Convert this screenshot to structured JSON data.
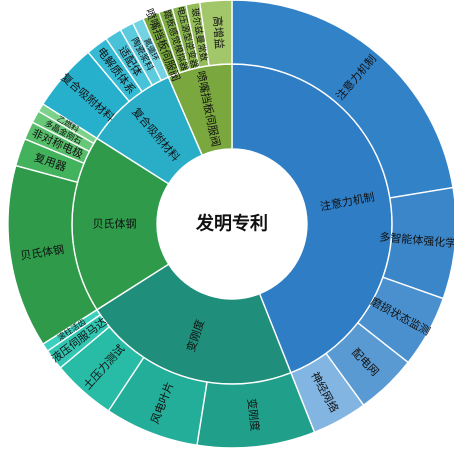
{
  "chart_data": {
    "type": "sunburst",
    "title": "",
    "center_label": "发明专利",
    "inner_ring": [
      {
        "name": "注意力机制",
        "value": 44.0,
        "color": "#2f7dc4"
      },
      {
        "name": "变刚度",
        "value": 22.0,
        "color": "#1f8f7b"
      },
      {
        "name": "贝氏体钢",
        "value": 18.0,
        "color": "#2e9a4a"
      },
      {
        "name": "复合吸附材料",
        "value": 9.5,
        "color": "#2aaec8"
      },
      {
        "name": "喷嘴挡板伺服阀",
        "value": 6.5,
        "color": "#7aa83e"
      }
    ],
    "outer_ring": [
      {
        "name": "注意力机制",
        "parent": "注意力机制",
        "value": 22.4,
        "color": "#3282c8"
      },
      {
        "name": "多智能体强化学习",
        "parent": "注意力机制",
        "value": 8.0,
        "color": "#3a86c9"
      },
      {
        "name": "磨损状态监测",
        "parent": "注意力机制",
        "value": 5.2,
        "color": "#4a90cf"
      },
      {
        "name": "配电网",
        "parent": "注意力机制",
        "value": 4.4,
        "color": "#5a9ad3"
      },
      {
        "name": "神经网络",
        "parent": "注意力机制",
        "value": 4.0,
        "color": "#82b5e1"
      },
      {
        "name": "变刚度",
        "parent": "变刚度",
        "value": 8.5,
        "color": "#20a08b"
      },
      {
        "name": "风电叶片",
        "parent": "变刚度",
        "value": 6.8,
        "color": "#23ae99"
      },
      {
        "name": "土压力测试",
        "parent": "变刚度",
        "value": 4.6,
        "color": "#28bba6"
      },
      {
        "name": "液压伺服马达",
        "parent": "变刚度",
        "value": 1.5,
        "color": "#30c6b2"
      },
      {
        "name": "滚柱活齿",
        "parent": "变刚度",
        "value": 0.6,
        "color": "#3ad0bd"
      },
      {
        "name": "贝氏体钢",
        "parent": "贝氏体钢",
        "value": 13.2,
        "color": "#2e9a4a"
      },
      {
        "name": "复用器",
        "parent": "贝氏体钢",
        "value": 2.0,
        "color": "#43b25d"
      },
      {
        "name": "非对称电极",
        "parent": "贝氏体钢",
        "value": 1.3,
        "color": "#55bd6a"
      },
      {
        "name": "多晶金刚石",
        "parent": "贝氏体钢",
        "value": 0.9,
        "color": "#68c879"
      },
      {
        "name": "乙燃料",
        "parent": "贝氏体钢",
        "value": 0.6,
        "color": "#7dd28b"
      },
      {
        "name": "复合吸附材料",
        "parent": "复合吸附材料",
        "value": 4.9,
        "color": "#27b0cb"
      },
      {
        "name": "电解质体系",
        "parent": "复合吸附材料",
        "value": 1.6,
        "color": "#35bad3"
      },
      {
        "name": "适配体",
        "parent": "复合吸附材料",
        "value": 1.2,
        "color": "#48c2d9"
      },
      {
        "name": "陶瓷浆料",
        "parent": "复合吸附材料",
        "value": 1.0,
        "color": "#5ccbde"
      },
      {
        "name": "氮循环",
        "parent": "复合吸附材料",
        "value": 0.8,
        "color": "#74d3e3"
      },
      {
        "name": "喷嘴挡板伺服阀",
        "parent": "喷嘴挡板伺服阀",
        "value": 1.2,
        "color": "#76a63c"
      },
      {
        "name": "踏板感觉模拟器",
        "parent": "喷嘴挡板伺服阀",
        "value": 1.0,
        "color": "#80ae46"
      },
      {
        "name": "电压源型逆变器",
        "parent": "喷嘴挡板伺服阀",
        "value": 1.0,
        "color": "#8ab650"
      },
      {
        "name": "玻尔兹曼常数",
        "parent": "喷嘴挡板伺服阀",
        "value": 1.0,
        "color": "#94bd5a"
      },
      {
        "name": "高增益",
        "parent": "喷嘴挡板伺服阀",
        "value": 2.3,
        "color": "#a2c66a"
      }
    ]
  }
}
